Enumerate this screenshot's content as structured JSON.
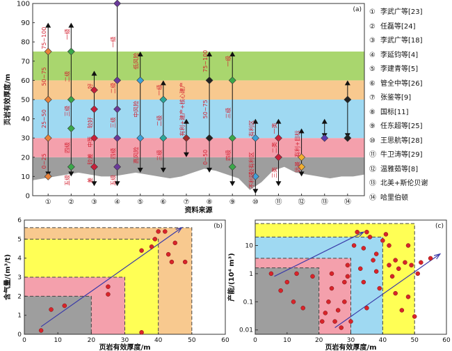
{
  "chart_data": [
    {
      "type": "scatter",
      "panel_label": "(a)",
      "ylabel": "页岩有效厚度/m",
      "xlabel": "资料来源",
      "ylim": [
        0,
        100
      ],
      "y_ticks": [
        "0",
        "10",
        "20",
        "30",
        "40",
        "50",
        "60",
        "70",
        "80",
        "90",
        "100"
      ],
      "x_ticks": [
        "①",
        "②",
        "③",
        "④",
        "⑤",
        "⑥",
        "⑦",
        "⑧",
        "⑨",
        "⑩",
        "⑪",
        "⑫",
        "⑬",
        "⑭"
      ],
      "bands": [
        {
          "from": 0,
          "to": 20,
          "color": "#9e9e9e"
        },
        {
          "from": 20,
          "to": 30,
          "color": "#f4a0ac"
        },
        {
          "from": 30,
          "to": 50,
          "color": "#9fd9f2"
        },
        {
          "from": 50,
          "to": 60,
          "color": "#f8c98f"
        },
        {
          "from": 60,
          "to": 75,
          "color": "#a9d66e"
        }
      ],
      "series": [
        {
          "x": 1,
          "points": [
            {
              "y": 10,
              "c": "#e8823a"
            },
            {
              "y": 30,
              "c": "#e8823a"
            },
            {
              "y": 50,
              "c": "#e8823a"
            },
            {
              "y": 75,
              "c": "#e8823a"
            }
          ],
          "top": 90,
          "bottom": 10,
          "labels": [
            {
              "y": 18,
              "t": "0~25"
            },
            {
              "y": 40,
              "t": "25~50"
            },
            {
              "y": 62,
              "t": "50~75"
            },
            {
              "y": 82,
              "t": "75~100"
            }
          ]
        },
        {
          "x": 2,
          "points": [
            {
              "y": 15,
              "c": "#3aa84a"
            },
            {
              "y": 35,
              "c": "#3aa84a"
            },
            {
              "y": 50,
              "c": "#3aa84a"
            },
            {
              "y": 75,
              "c": "#3aa84a"
            }
          ],
          "top": 90,
          "bottom": 10,
          "labels": [
            {
              "y": 8,
              "t": "五级"
            },
            {
              "y": 25,
              "t": "四级"
            },
            {
              "y": 44,
              "t": "三级"
            },
            {
              "y": 62,
              "t": "二级"
            },
            {
              "y": 84,
              "t": "一级"
            }
          ]
        },
        {
          "x": 3,
          "points": [
            {
              "y": 15,
              "c": "#c8203a"
            },
            {
              "y": 30,
              "c": "#c8203a"
            },
            {
              "y": 45,
              "c": "#c8203a"
            },
            {
              "y": 55,
              "c": "#c8203a"
            }
          ],
          "top": 65,
          "bottom": 5,
          "labels": [
            {
              "y": 8,
              "t": "差"
            },
            {
              "y": 19,
              "t": "较差"
            },
            {
              "y": 28,
              "t": "中等"
            },
            {
              "y": 38,
              "t": "较好"
            },
            {
              "y": 57,
              "t": "好"
            }
          ]
        },
        {
          "x": 4,
          "points": [
            {
              "y": 15,
              "c": "#6a3a9a"
            },
            {
              "y": 30,
              "c": "#6a3a9a"
            },
            {
              "y": 45,
              "c": "#6a3a9a"
            },
            {
              "y": 60,
              "c": "#6a3a9a"
            },
            {
              "y": 100,
              "c": "#6a3a9a"
            }
          ],
          "top": 100,
          "bottom": 5,
          "labels": [
            {
              "y": 8,
              "t": "五级"
            },
            {
              "y": 22,
              "t": "四级"
            },
            {
              "y": 38,
              "t": "三级"
            },
            {
              "y": 56,
              "t": "二级"
            },
            {
              "y": 80,
              "t": "一级"
            }
          ]
        },
        {
          "x": 5,
          "points": [
            {
              "y": 30,
              "c": "#3fa0d8"
            },
            {
              "y": 60,
              "c": "#3fa0d8"
            }
          ],
          "top": 75,
          "bottom": 12,
          "labels": [
            {
              "y": 21,
              "t": "高风险"
            },
            {
              "y": 45,
              "t": "中风险"
            },
            {
              "y": 70,
              "t": "低风险"
            }
          ]
        },
        {
          "x": 6,
          "points": [
            {
              "y": 30,
              "c": "#2aa89a"
            },
            {
              "y": 50,
              "c": "#2aa89a"
            }
          ],
          "top": 60,
          "bottom": 12,
          "labels": [
            {
              "y": 21,
              "t": "三级"
            },
            {
              "y": 39,
              "t": "二级"
            },
            {
              "y": 55,
              "t": "一级"
            }
          ]
        },
        {
          "x": 7,
          "points": [
            {
              "y": 30,
              "c": "#a02a2a"
            }
          ],
          "top": 40,
          "bottom": 20,
          "labels": [
            {
              "y": 45,
              "t": "有利+建产+核心建产"
            }
          ]
        },
        {
          "x": 8,
          "points": [
            {
              "y": 30,
              "c": "#222222"
            },
            {
              "y": 60,
              "c": "#222222"
            }
          ],
          "top": 75,
          "bottom": 12,
          "labels": [
            {
              "y": 20,
              "t": "0~50"
            },
            {
              "y": 45,
              "t": "50~75"
            },
            {
              "y": 70,
              "t": "75~100"
            }
          ]
        },
        {
          "x": 9,
          "points": [
            {
              "y": 15,
              "c": "#3aa84a"
            },
            {
              "y": 30,
              "c": "#3aa84a"
            },
            {
              "y": 60,
              "c": "#3aa84a"
            }
          ],
          "top": 75,
          "bottom": 5,
          "labels": [
            {
              "y": 21,
              "t": "四级"
            },
            {
              "y": 43,
              "t": "三级"
            },
            {
              "y": 70,
              "t": "一级"
            }
          ]
        },
        {
          "x": 10,
          "points": [
            {
              "y": 10,
              "c": "#3fa0d8"
            },
            {
              "y": 30,
              "c": "#3fa0d8"
            }
          ],
          "top": 40,
          "bottom": 1,
          "labels": [
            {
              "y": 8,
              "t": "不利区"
            },
            {
              "y": 17,
              "t": "较有利区"
            },
            {
              "y": 35,
              "t": "有利区"
            }
          ]
        },
        {
          "x": 11,
          "points": [
            {
              "y": 20,
              "c": "#c8203a"
            },
            {
              "y": 30,
              "c": "#c8203a"
            }
          ],
          "top": 40,
          "bottom": 5,
          "labels": [
            {
              "y": 12,
              "t": "三类"
            },
            {
              "y": 25,
              "t": "二类"
            },
            {
              "y": 35,
              "t": "一类"
            }
          ]
        },
        {
          "x": 12,
          "points": [
            {
              "y": 15,
              "c": "#f0b030"
            },
            {
              "y": 20,
              "c": "#f0b030"
            }
          ],
          "top": 35,
          "bottom": 10,
          "labels": [
            {
              "y": 15,
              "t": "远景"
            },
            {
              "y": 27,
              "t": "有利+目标"
            }
          ]
        },
        {
          "x": 13,
          "points": [
            {
              "y": 30,
              "c": "#5a3ab0"
            }
          ],
          "top": 40,
          "bottom": 30,
          "labels": []
        },
        {
          "x": 14,
          "points": [
            {
              "y": 30,
              "c": "#222222"
            },
            {
              "y": 50,
              "c": "#222222"
            }
          ],
          "top": 60,
          "bottom": 30,
          "labels": []
        }
      ]
    },
    {
      "type": "scatter",
      "panel_label": "(b)",
      "ylabel": "含气量/(m³/t)",
      "xlabel": "页岩有效厚度/m",
      "xlim": [
        0,
        60
      ],
      "ylim": [
        0,
        6
      ],
      "x_ticks": [
        "0",
        "10",
        "20",
        "30",
        "40",
        "50",
        "60"
      ],
      "y_ticks": [
        "0",
        "1",
        "2",
        "3",
        "4",
        "5",
        "6"
      ],
      "regions": [
        {
          "x": 50,
          "y": 5.6,
          "color": "#f8c98f"
        },
        {
          "x": 40,
          "y": 5.0,
          "color": "#ffff55"
        },
        {
          "x": 30,
          "y": 3.0,
          "color": "#f4a0ac"
        },
        {
          "x": 20,
          "y": 2.0,
          "color": "#9e9e9e"
        }
      ],
      "points": [
        [
          5,
          0.2
        ],
        [
          8,
          1.3
        ],
        [
          12,
          1.5
        ],
        [
          25,
          2.1
        ],
        [
          25,
          2.5
        ],
        [
          35,
          0.1
        ],
        [
          35,
          4.4
        ],
        [
          38,
          4.6
        ],
        [
          39,
          5.0
        ],
        [
          40,
          5.4
        ],
        [
          42,
          5.4
        ],
        [
          43,
          4.2
        ],
        [
          44,
          3.8
        ],
        [
          45,
          4.8
        ],
        [
          48,
          3.8
        ]
      ],
      "arrow": [
        [
          5,
          0.4
        ],
        [
          47,
          5.6
        ]
      ]
    },
    {
      "type": "scatter",
      "panel_label": "(c)",
      "ylabel": "产能/(10⁴ m³)",
      "xlabel": "页岩有效厚度/m",
      "xlim": [
        0,
        60
      ],
      "y_log": true,
      "y_ticks": [
        "0.01",
        "0.1",
        "1",
        "10"
      ],
      "x_ticks": [
        "0",
        "10",
        "20",
        "30",
        "40",
        "50",
        "60"
      ],
      "regions": [
        {
          "x": 50,
          "y": 60,
          "color": "#ffff55"
        },
        {
          "x": 40,
          "y": 20,
          "color": "#9fd9f2"
        },
        {
          "x": 30,
          "y": 3.5,
          "color": "#f4a0ac"
        },
        {
          "x": 20,
          "y": 1.6,
          "color": "#9e9e9e"
        }
      ],
      "points": [
        [
          5,
          1.0
        ],
        [
          8,
          0.25
        ],
        [
          10,
          0.5
        ],
        [
          12,
          0.1
        ],
        [
          13,
          1.0
        ],
        [
          15,
          0.06
        ],
        [
          18,
          0.8
        ],
        [
          21,
          0.02
        ],
        [
          22,
          0.04
        ],
        [
          23,
          0.1
        ],
        [
          24,
          0.3
        ],
        [
          24,
          1.0
        ],
        [
          25,
          0.02
        ],
        [
          26,
          0.05
        ],
        [
          27,
          0.012
        ],
        [
          28,
          0.1
        ],
        [
          28,
          0.5
        ],
        [
          29,
          0.8
        ],
        [
          29,
          2.0
        ],
        [
          30,
          0.02
        ],
        [
          31,
          10
        ],
        [
          32,
          30
        ],
        [
          33,
          1.5
        ],
        [
          34,
          0.5
        ],
        [
          34,
          8
        ],
        [
          35,
          30
        ],
        [
          35,
          0.06
        ],
        [
          36,
          20
        ],
        [
          37,
          3
        ],
        [
          38,
          5
        ],
        [
          38,
          1.2
        ],
        [
          39,
          0.3
        ],
        [
          40,
          15
        ],
        [
          41,
          25
        ],
        [
          42,
          10
        ],
        [
          42,
          2
        ],
        [
          43,
          0.8
        ],
        [
          44,
          3
        ],
        [
          44,
          0.2
        ],
        [
          45,
          1.5
        ],
        [
          46,
          0.05
        ],
        [
          47,
          2.5
        ],
        [
          48,
          0.15
        ],
        [
          48,
          10
        ],
        [
          49,
          2
        ],
        [
          50,
          0.03
        ],
        [
          51,
          1.0
        ],
        [
          52,
          2.5
        ],
        [
          55,
          3.5
        ]
      ],
      "arrows": [
        [
          [
            6,
            0.8
          ],
          [
            34,
            30
          ]
        ],
        [
          [
            25,
            0.012
          ],
          [
            58,
            5
          ]
        ]
      ]
    }
  ],
  "legend": [
    {
      "num": "①",
      "text": "李武广等[23]"
    },
    {
      "num": "②",
      "text": "任磊等[24]"
    },
    {
      "num": "③",
      "text": "李武广等[18]"
    },
    {
      "num": "④",
      "text": "李延钧等[4]"
    },
    {
      "num": "⑤",
      "text": "李建青等[5]"
    },
    {
      "num": "⑥",
      "text": "管全中等[26]"
    },
    {
      "num": "⑦",
      "text": "张鉴等[9]"
    },
    {
      "num": "⑧",
      "text": "国标[11]"
    },
    {
      "num": "⑨",
      "text": "任东超等[25]"
    },
    {
      "num": "⑩",
      "text": "王思航等[28]"
    },
    {
      "num": "⑪",
      "text": "牛卫涛等[29]"
    },
    {
      "num": "⑫",
      "text": "温雅茹等[8]"
    },
    {
      "num": "⑬",
      "text": "北美+斯伦贝谢"
    },
    {
      "num": "⑭",
      "text": "哈里伯顿"
    }
  ]
}
